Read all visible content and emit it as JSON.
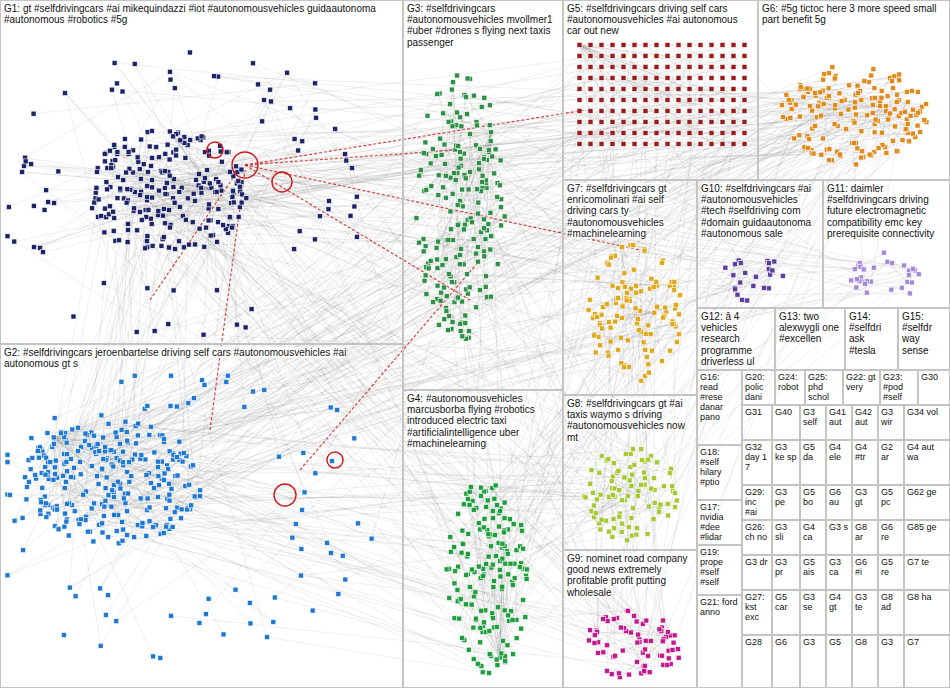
{
  "diagram": {
    "nodes": [
      {
        "text": [
          "G1: gt #selfdrivingcars #ai mikequindazzi #iot #autonomousvehicles guidaautonoma #autonomous #robotics #5g"
        ]
      },
      {
        "text": [
          "G2: #selfdrivingcars jeroenbartelse driving self cars #autonomousvehicles #ai autonomous gt s"
        ]
      },
      {
        "text": [
          "G3: #selfdrivingcars #autonomousvehicles mvollmer1 #uber #drones s flying next taxis passenger"
        ]
      },
      {
        "text": [
          "G4: #autonomousvehicles marcusborba flying #robotics introduced electric taxi #artificialintelligence uber #machinelearning"
        ]
      },
      {
        "text": [
          "G5: #selfdrivingcars driving self cars #autonomousvehicles #ai autonomous car out new"
        ]
      },
      {
        "text": [
          "G6: #5g tictoc here 3 more speed small part benefit 5g"
        ]
      },
      {
        "text": [
          "G7: #selfdrivingcars gt enricomolinari #ai self driving cars ty #autonomousvehicles #machinelearning"
        ]
      },
      {
        "text": [
          "G8: #selfdrivingcars gt #ai taxis waymo s driving #autonomousvehicles now mt"
        ]
      },
      {
        "text": [
          "G9: nominet road company good news extremely profitable profit putting wholesale"
        ]
      },
      {
        "text": [
          "G10: #selfdrivingcars #ai #autonomousvehicles #tech #selfdriving com #domain guidaautonoma #autonomous sale"
        ]
      },
      {
        "text": [
          "G11: daimler #selfdrivingcars driving future electromagnetic compatibility emc key prerequisite connectivity"
        ]
      },
      {
        "text": [
          "G12: â 4 vehicles research programme driverless ul"
        ]
      },
      {
        "text": [
          "G13: two alexwygli one #excellen"
        ]
      },
      {
        "text": [
          "G14: #selfdri ask #tesla"
        ]
      },
      {
        "text": [
          "G15: #selfdr way sense"
        ]
      },
      {
        "text": [
          "G16: read #rese danar pano"
        ]
      },
      {
        "text": [
          "G20: polic dani"
        ]
      },
      {
        "text": [
          "G24: robot"
        ]
      },
      {
        "text": [
          "G25: phd schol"
        ]
      },
      {
        "text": [
          "G22: gt very"
        ]
      },
      {
        "text": [
          "G23: #pod #self"
        ]
      },
      {
        "text": [
          "G30"
        ]
      },
      {
        "text": [
          "G18: #self hilary #ptio"
        ]
      },
      {
        "text": [
          "G17: nvidia #dee #lidar"
        ]
      },
      {
        "text": [
          "G19: prope #self #self"
        ]
      },
      {
        "text": [
          "G21: ford anno"
        ]
      },
      {
        "text": [
          "G31"
        ]
      },
      {
        "text": [
          "G40"
        ]
      },
      {
        "text": [
          "G3 self"
        ]
      },
      {
        "text": [
          "G41 aut"
        ]
      },
      {
        "text": [
          "G42 aut"
        ]
      },
      {
        "text": [
          "G3 wir"
        ]
      },
      {
        "text": [
          "G34 vol"
        ]
      },
      {
        "text": [
          "G32 day 1 7"
        ]
      },
      {
        "text": [
          "G3 ke sp"
        ]
      },
      {
        "text": [
          "G5 da"
        ]
      },
      {
        "text": [
          "G4 ele"
        ]
      },
      {
        "text": [
          "G4 #tr"
        ]
      },
      {
        "text": [
          "G2 ar"
        ]
      },
      {
        "text": [
          "G4 aut wa"
        ]
      },
      {
        "text": [
          "G29: inc #ai"
        ]
      },
      {
        "text": [
          "G3 pe"
        ]
      },
      {
        "text": [
          "G5 bo"
        ]
      },
      {
        "text": [
          "G6 au"
        ]
      },
      {
        "text": [
          "G3 gt"
        ]
      },
      {
        "text": [
          "G5 pc"
        ]
      },
      {
        "text": [
          "G62 ge"
        ]
      },
      {
        "text": [
          "G26: ch no"
        ]
      },
      {
        "text": [
          "G3 sli"
        ]
      },
      {
        "text": [
          "G4 ca"
        ]
      },
      {
        "text": [
          "G3 s"
        ]
      },
      {
        "text": [
          "G8 ar"
        ]
      },
      {
        "text": [
          "G6 re"
        ]
      },
      {
        "text": [
          "G85 ge"
        ]
      },
      {
        "text": [
          "G3 dr"
        ]
      },
      {
        "text": [
          "G3 pr"
        ]
      },
      {
        "text": [
          "G5 ais"
        ]
      },
      {
        "text": [
          "G3 ca"
        ]
      },
      {
        "text": [
          "G6 #i"
        ]
      },
      {
        "text": [
          "G5 re"
        ]
      },
      {
        "text": [
          "G7 te"
        ]
      },
      {
        "text": [
          "G27: kst exc"
        ]
      },
      {
        "text": [
          "G5 car"
        ]
      },
      {
        "text": [
          "G3 se"
        ]
      },
      {
        "text": [
          "G4 gt"
        ]
      },
      {
        "text": [
          "G3 te"
        ]
      },
      {
        "text": [
          "G8 ad"
        ]
      },
      {
        "text": [
          "G8 ha"
        ]
      },
      {
        "text": [
          "G28"
        ]
      },
      {
        "text": [
          "G6"
        ]
      },
      {
        "text": [
          "G3"
        ]
      },
      {
        "text": [
          "G5"
        ]
      },
      {
        "text": [
          "G8"
        ]
      },
      {
        "text": [
          "G3"
        ]
      },
      {
        "text": [
          "G7"
        ]
      }
    ]
  }
}
